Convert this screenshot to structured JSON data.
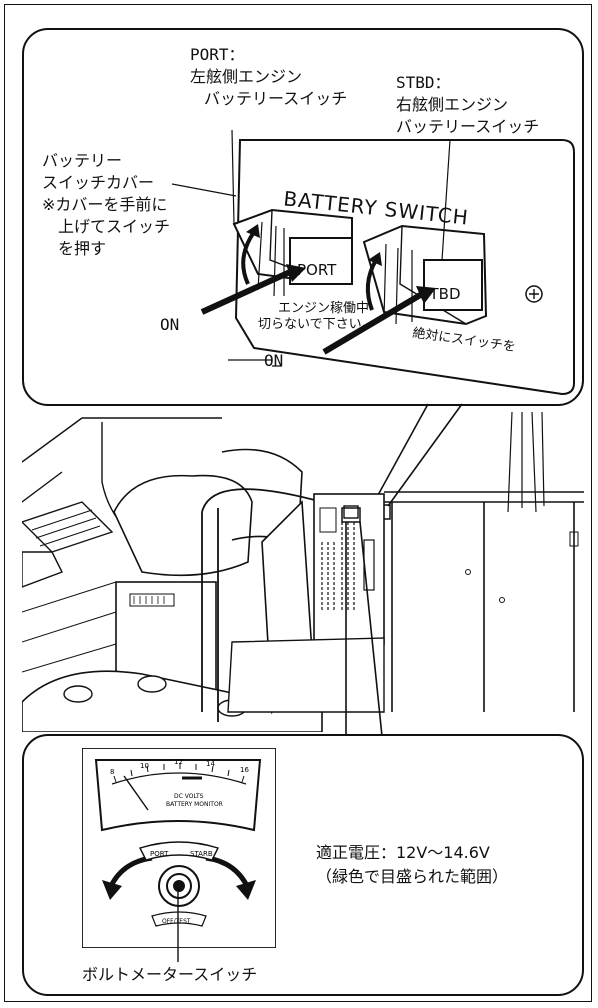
{
  "top_callout": {
    "port_label_line1": "PORT：",
    "port_label_line2": "左舷側エンジン",
    "port_label_line3": "バッテリースイッチ",
    "stbd_label_line1": "STBD：",
    "stbd_label_line2": "右舷側エンジン",
    "stbd_label_line3": "バッテリースイッチ",
    "cover_line1": "バッテリー",
    "cover_line2": "スイッチカバー",
    "cover_line3": "※カバーを手前に",
    "cover_line4": "上げてスイッチ",
    "cover_line5": "を押す",
    "on_left": "ON",
    "on_bottom": "ON",
    "panel_title": "BATTERY SWITCH",
    "port_button": "PORT",
    "stbd_button": "STBD",
    "warning_line1": "エンジン稼働中",
    "warning_line2": "切らないで下さい。",
    "warning_line3": "絶対にスイッチを"
  },
  "bottom_callout": {
    "voltage_range": "適正電圧：12V〜14.6V",
    "voltage_note": "（緑色で目盛られた範囲）",
    "meter_switch": "ボルトメータースイッチ",
    "meter_title_line1": "DC VOLTS",
    "meter_title_line2": "BATTERY MONITOR",
    "scale_ticks": [
      "8",
      "10",
      "12",
      "14",
      "16"
    ],
    "selector_port": "PORT",
    "selector_stbd": "STARB",
    "selector_bottom": "OFF/TEST"
  },
  "icons": [
    "arrow-icon",
    "screw-icon",
    "curved-arrow-icon"
  ]
}
